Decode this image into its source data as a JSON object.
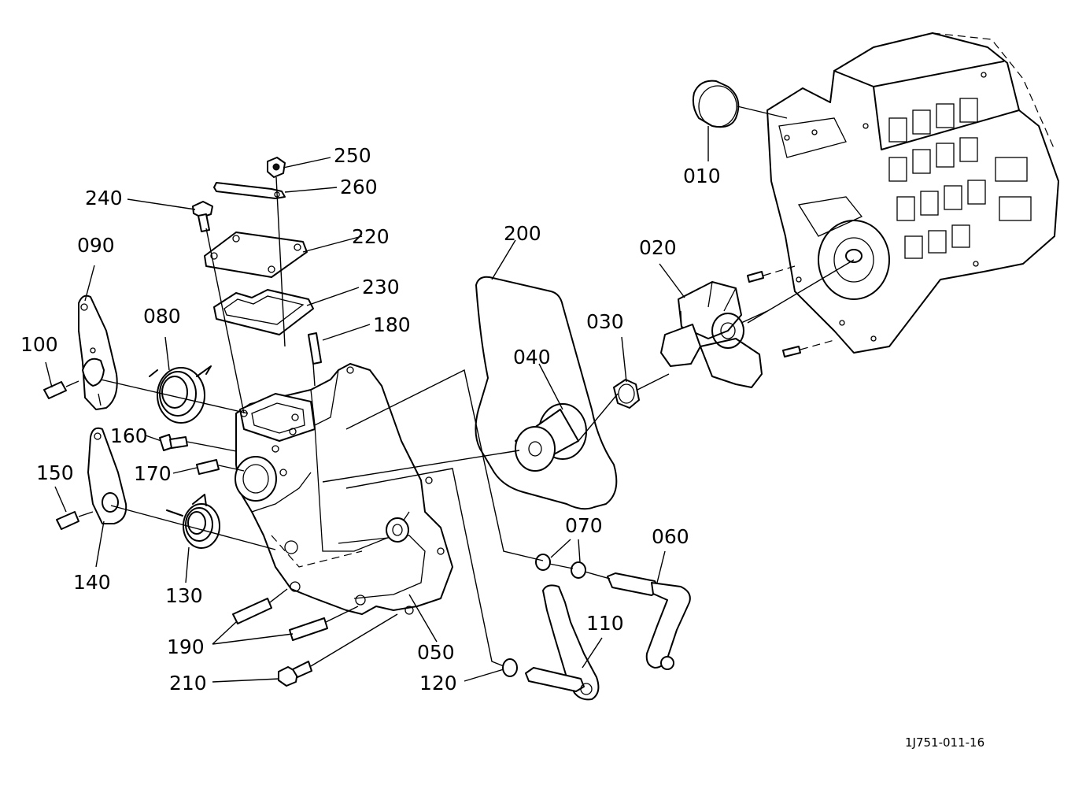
{
  "labels": {
    "p010": "010",
    "p020": "020",
    "p030": "030",
    "p040": "040",
    "p050": "050",
    "p060": "060",
    "p070": "070",
    "p080": "080",
    "p090": "090",
    "p100": "100",
    "p110": "110",
    "p120": "120",
    "p130": "130",
    "p140": "140",
    "p150": "150",
    "p160": "160",
    "p170": "170",
    "p180": "180",
    "p190": "190",
    "p200": "200",
    "p210": "210",
    "p220": "220",
    "p230": "230",
    "p240": "240",
    "p250": "250",
    "p260": "260"
  },
  "drawing_code": "1J751-011-16"
}
